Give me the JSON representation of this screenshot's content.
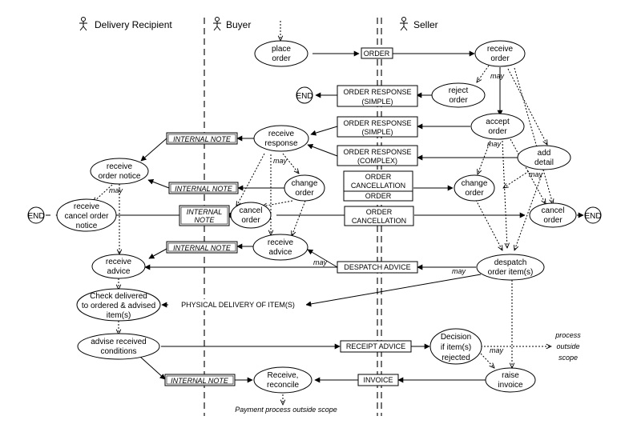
{
  "lanes": {
    "delivery_recipient": "Delivery Recipient",
    "buyer": "Buyer",
    "seller": "Seller"
  },
  "nodes": {
    "place_order": [
      "place",
      "order"
    ],
    "receive_order": [
      "receive",
      "order"
    ],
    "reject_order": [
      "reject",
      "order"
    ],
    "accept_order": [
      "accept",
      "order"
    ],
    "add_detail": [
      "add",
      "detail"
    ],
    "receive_response": [
      "receive",
      "response"
    ],
    "receive_order_notice": [
      "receive",
      "order notice"
    ],
    "change_order_buyer": [
      "change",
      "order"
    ],
    "change_order_seller": [
      "change",
      "order"
    ],
    "receive_cancel_order_notice": [
      "receive",
      "cancel order",
      "notice"
    ],
    "cancel_order_buyer": [
      "cancel",
      "order"
    ],
    "cancel_order_seller": [
      "cancel",
      "order"
    ],
    "receive_advice_buyer": [
      "receive",
      "advice"
    ],
    "receive_advice_recipient": [
      "receive",
      "advice"
    ],
    "despatch_order_items": [
      "despatch",
      "order item(s)"
    ],
    "check_delivered": [
      "Check delivered",
      "to ordered & advised",
      "item(s)"
    ],
    "advise_received_conditions": [
      "advise received",
      "conditions"
    ],
    "decision": [
      "Decision",
      "if item(s)",
      "rejected"
    ],
    "raise_invoice": [
      "raise",
      "invoice"
    ],
    "receive_reconcile": [
      "Receive,",
      "reconcile"
    ],
    "end_1": "END",
    "end_2": "END",
    "end_3": "END"
  },
  "documents": {
    "order": [
      "ORDER"
    ],
    "order_response_simple_1": [
      "ORDER RESPONSE",
      "(SIMPLE)"
    ],
    "order_response_simple_2": [
      "ORDER RESPONSE",
      "(SIMPLE)"
    ],
    "order_response_complex": [
      "ORDER RESPONSE",
      "(COMPLEX)"
    ],
    "order_cancellation_order": [
      "ORDER",
      "CANCELLATION",
      "ORDER"
    ],
    "order_cancellation": [
      "ORDER",
      "CANCELLATION"
    ],
    "despatch_advice": [
      "DESPATCH ADVICE"
    ],
    "receipt_advice": [
      "RECEIPT ADVICE"
    ],
    "invoice": [
      "INVOICE"
    ]
  },
  "notes": {
    "internal_note_1": [
      "INTERNAL NOTE"
    ],
    "internal_note_2": [
      "INTERNAL NOTE"
    ],
    "internal_note_3": [
      "INTERNAL",
      "NOTE"
    ],
    "internal_note_4": [
      "INTERNAL NOTE"
    ],
    "internal_note_5": [
      "INTERNAL NOTE"
    ]
  },
  "labels": {
    "physical_delivery": "PHYSICAL DELIVERY OF ITEM(S)",
    "may": "may",
    "process_outside_scope": [
      "process",
      "outside",
      "scope"
    ],
    "payment_outside_scope": "Payment process outside scope"
  }
}
